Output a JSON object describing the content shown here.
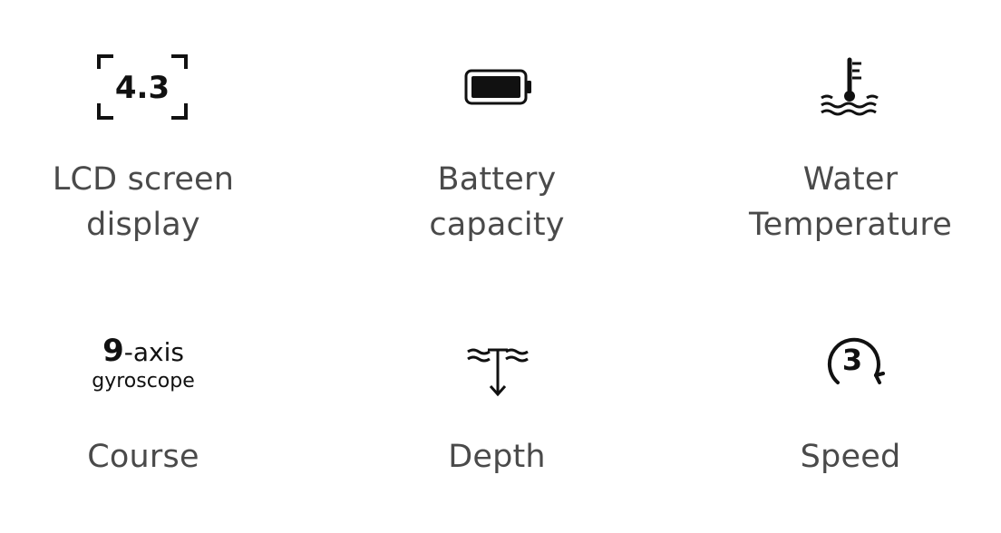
{
  "features": [
    {
      "icon": "lcd-screen-icon",
      "icon_text": "4.3",
      "label_lines": [
        "LCD screen",
        "display"
      ]
    },
    {
      "icon": "battery-icon",
      "label_lines": [
        "Battery",
        "capacity"
      ]
    },
    {
      "icon": "water-temperature-icon",
      "label_lines": [
        "Water",
        "Temperature"
      ]
    },
    {
      "icon": "gyroscope-icon",
      "icon_text_number": "9",
      "icon_text_suffix": "-axis",
      "icon_text_line2": "gyroscope",
      "label_lines": [
        "Course"
      ]
    },
    {
      "icon": "depth-icon",
      "label_lines": [
        "Depth"
      ]
    },
    {
      "icon": "speed-icon",
      "icon_text": "3",
      "label_lines": [
        "Speed"
      ]
    }
  ]
}
